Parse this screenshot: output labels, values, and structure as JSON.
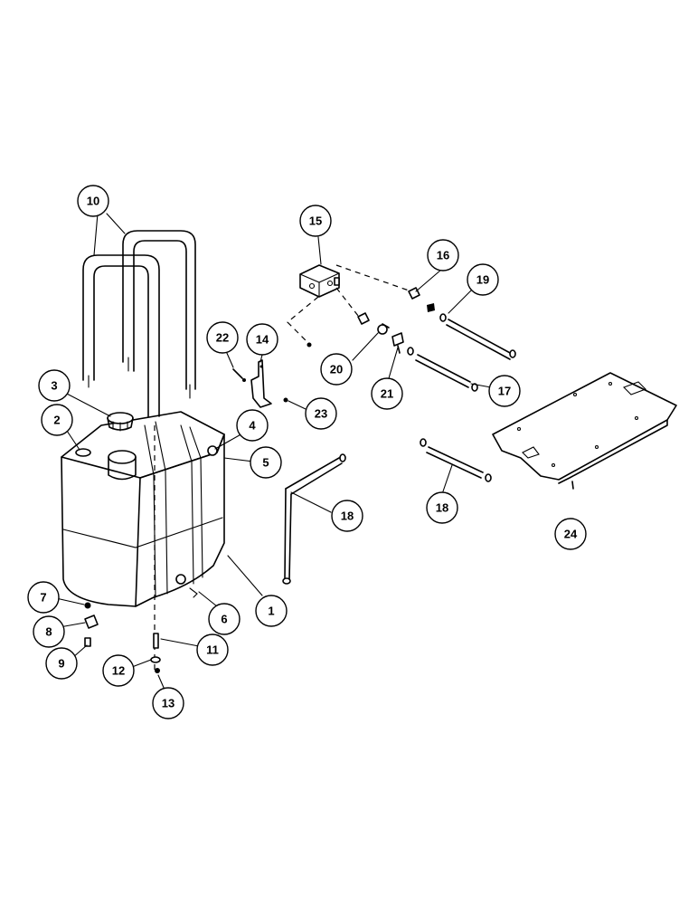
{
  "callouts": [
    "1",
    "2",
    "3",
    "4",
    "5",
    "6",
    "7",
    "8",
    "9",
    "10",
    "11",
    "12",
    "13",
    "14",
    "15",
    "16",
    "17",
    "18",
    "18",
    "19",
    "20",
    "21",
    "22",
    "23",
    "24"
  ]
}
